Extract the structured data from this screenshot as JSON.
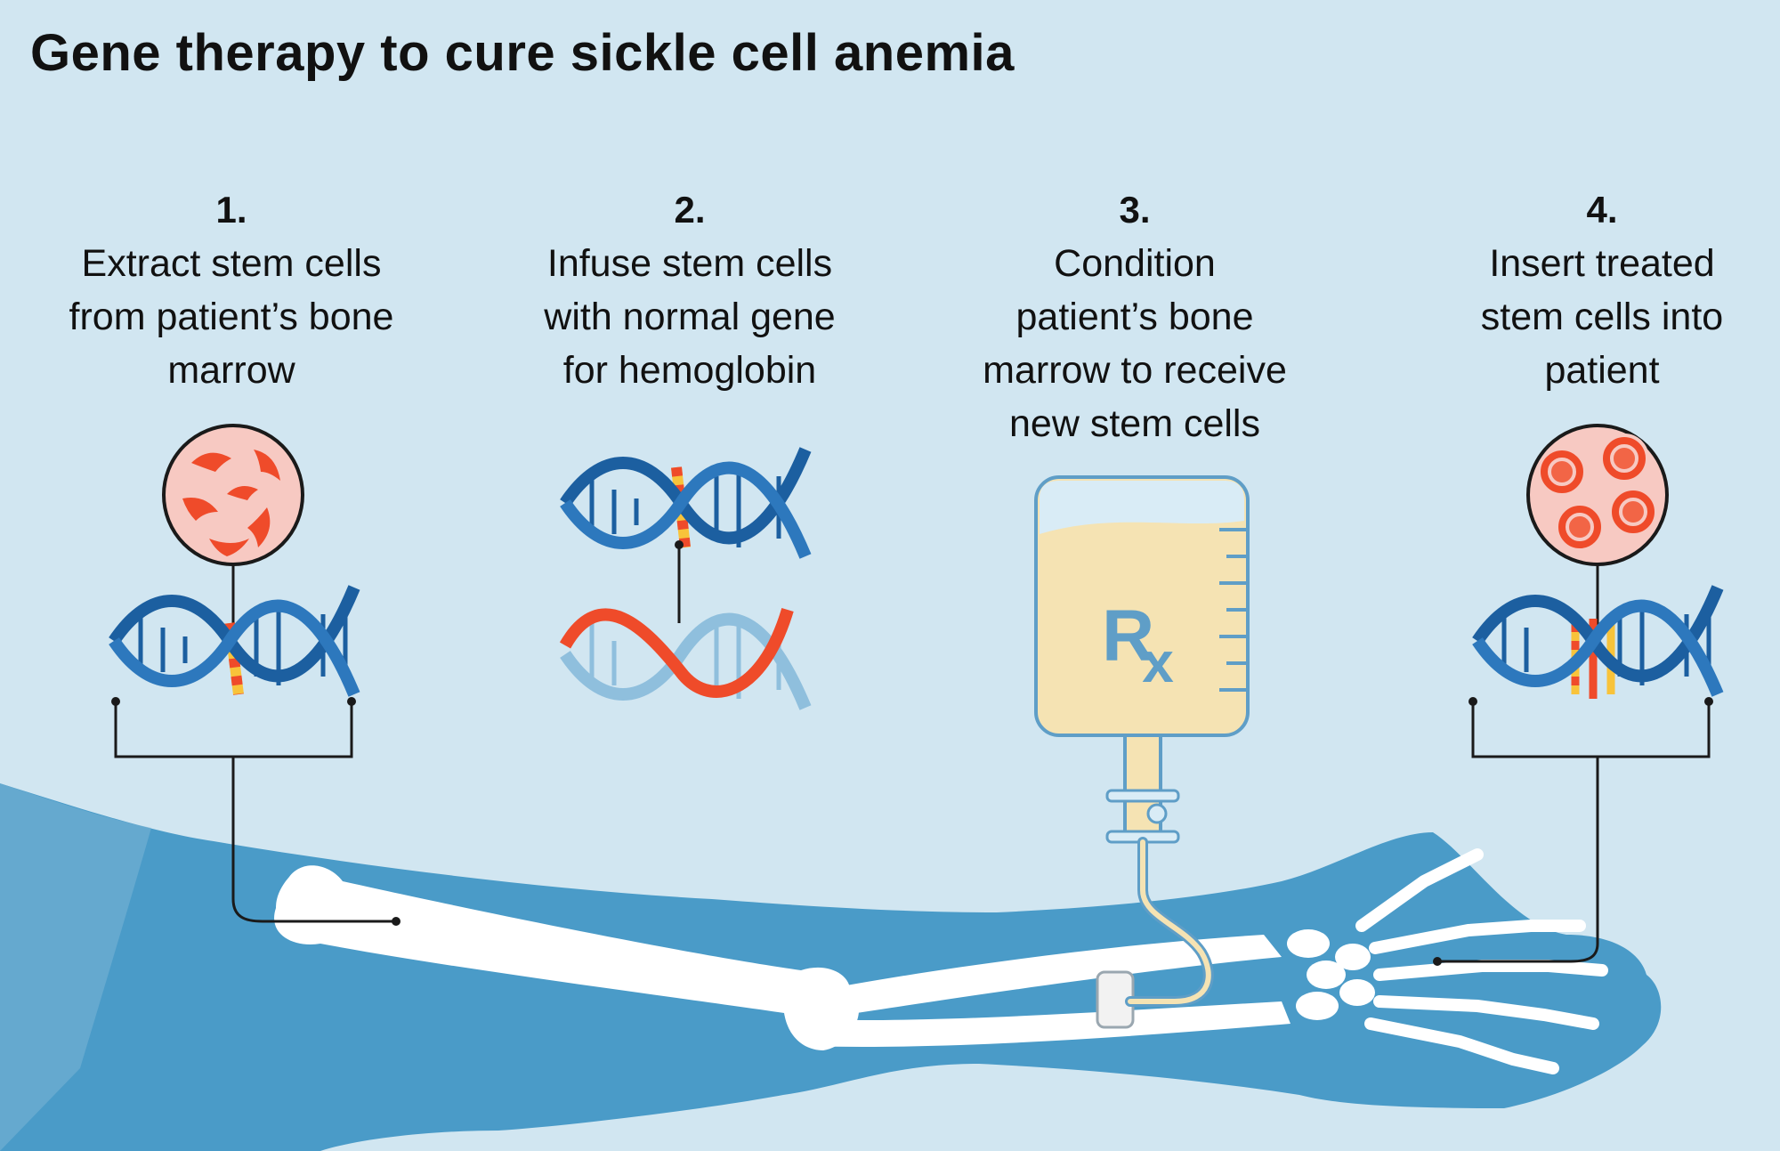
{
  "title": "Gene therapy to cure sickle cell anemia",
  "steps": [
    {
      "number": "1.",
      "lines": [
        "Extract stem cells",
        "from patient’s bone",
        "marrow"
      ]
    },
    {
      "number": "2.",
      "lines": [
        "Infuse stem cells",
        "with normal gene",
        "for hemoglobin"
      ]
    },
    {
      "number": "3.",
      "lines": [
        "Condition",
        "patient’s bone",
        "marrow to receive",
        "new stem cells"
      ]
    },
    {
      "number": "4.",
      "lines": [
        "Insert treated",
        "stem cells into",
        "patient"
      ]
    }
  ],
  "iv_bag": {
    "label_main": "R",
    "label_sub": "x"
  },
  "colors": {
    "background": "#d1e6f1",
    "arm": "#4a9bc8",
    "bone": "#ffffff",
    "dna_dark": "#1c5fa0",
    "dna_light": "#8fbfdd",
    "gene_red": "#ef4b2a",
    "gene_yellow": "#f8c33a",
    "cell_circle": "#f7c9c2",
    "iv_fluid": "#f5e3b3"
  },
  "icons": [
    "sickle-cell-icon",
    "normal-cell-icon",
    "dna-helix-icon",
    "iv-bag-icon",
    "arm-skeleton-icon"
  ]
}
